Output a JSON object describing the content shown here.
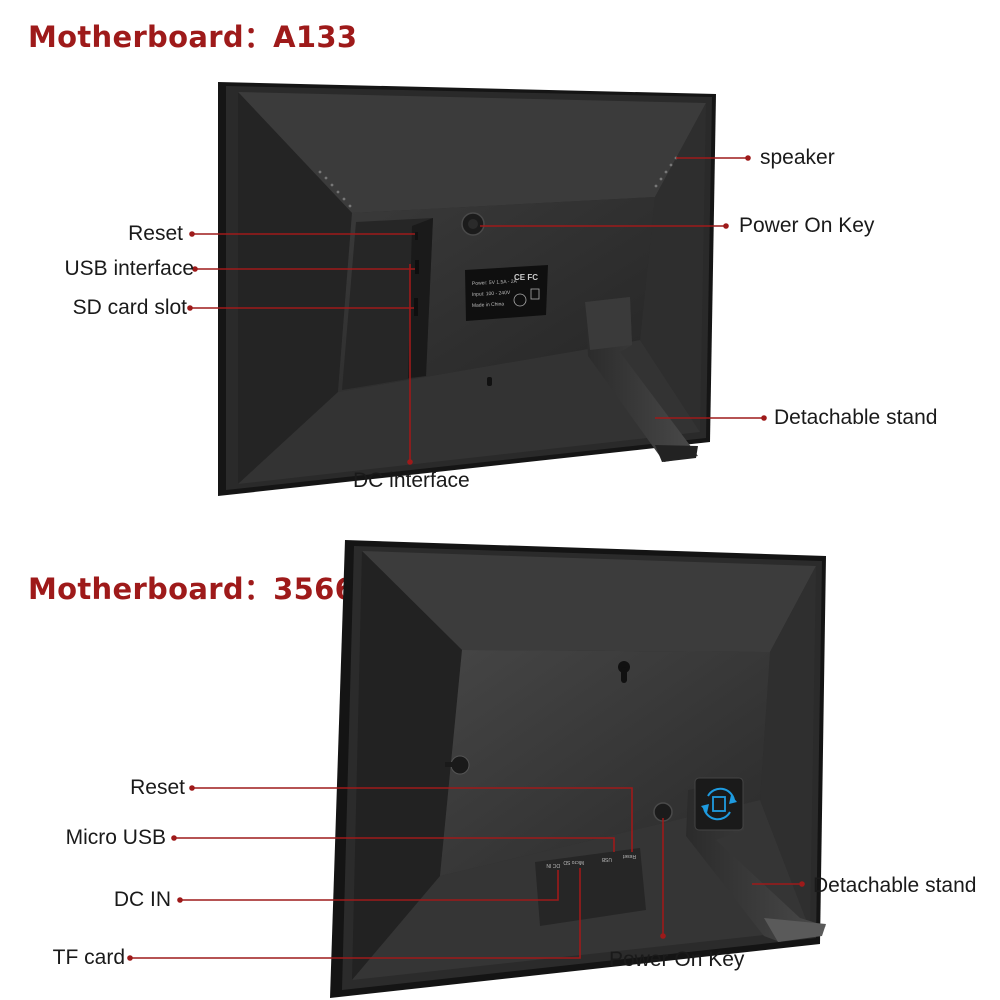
{
  "sections": [
    {
      "title": "Motherboard：A133",
      "labels": {
        "reset": "Reset",
        "usb": "USB interface",
        "sd": "SD card slot",
        "dc": "DC interface",
        "speaker": "speaker",
        "power": "Power On Key",
        "stand": "Detachable stand"
      },
      "sticker_lines": [
        "Power: 5V 1.5A - 2A",
        "Input: 100 - 240V",
        "Made in China"
      ],
      "sticker_marks": "CE FC"
    },
    {
      "title": "Motherboard：3566",
      "labels": {
        "reset": "Reset",
        "micro_usb": "Micro USB",
        "dc_in": "DC IN",
        "tf": "TF card",
        "power": "Power On Key",
        "stand": "Detachable stand"
      },
      "port_marks": [
        "DC IN",
        "Micro SD",
        "USB",
        "Reset"
      ]
    }
  ],
  "colors": {
    "title": "#9e1a1a",
    "leader": "#9e1a1a",
    "frame_dark": "#1c1c1c",
    "frame_mid": "#2f2f2f",
    "panel": "#3a3a3a",
    "accent_blue": "#1e9be0"
  }
}
